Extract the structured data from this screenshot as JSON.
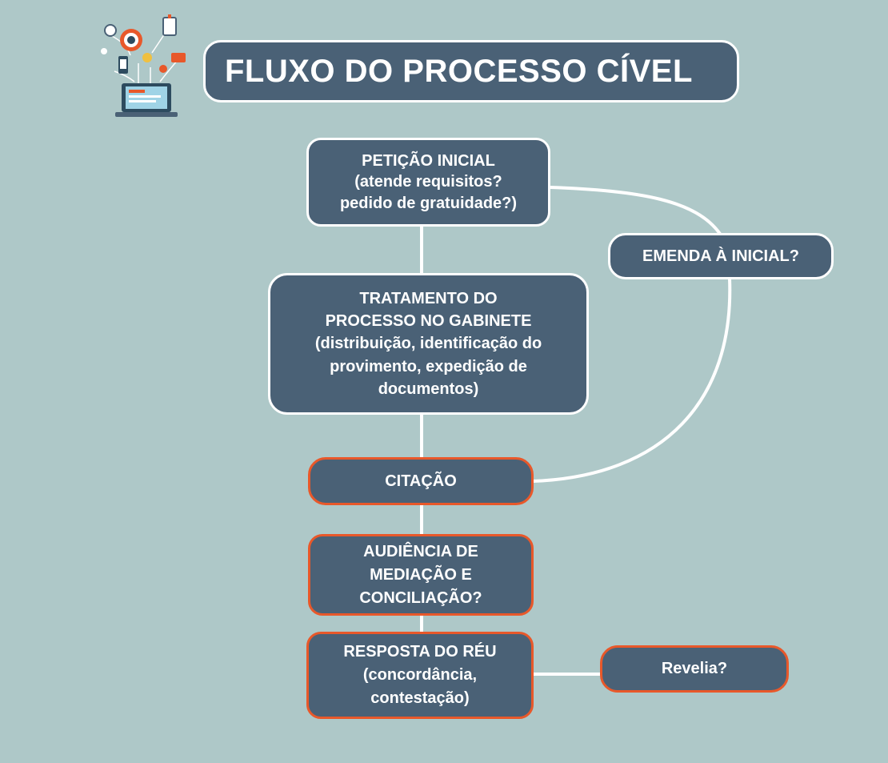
{
  "header": {
    "title": "FLUXO DO PROCESSO CÍVEL",
    "logo_icon": "tech-infographic-icon"
  },
  "nodes": {
    "peticao": "PETIÇÃO INICIAL\n(atende requisitos?\npedido de gratuidade?)",
    "emenda": "EMENDA À INICIAL?",
    "tratamento": "TRATAMENTO DO\nPROCESSO NO GABINETE\n(distribuição, identificação do\nprovimento, expedição de\ndocumentos)",
    "citacao": "CITAÇÃO",
    "audiencia": "AUDIÊNCIA DE\nMEDIAÇÃO E\nCONCILIAÇÃO?",
    "resposta": "RESPOSTA DO RÉU\n(concordância,\ncontestação)",
    "revelia": "Revelia?"
  },
  "colors": {
    "background": "#aec8c8",
    "box_fill": "#4a6176",
    "border_white": "#ffffff",
    "border_orange": "#e8582a"
  }
}
